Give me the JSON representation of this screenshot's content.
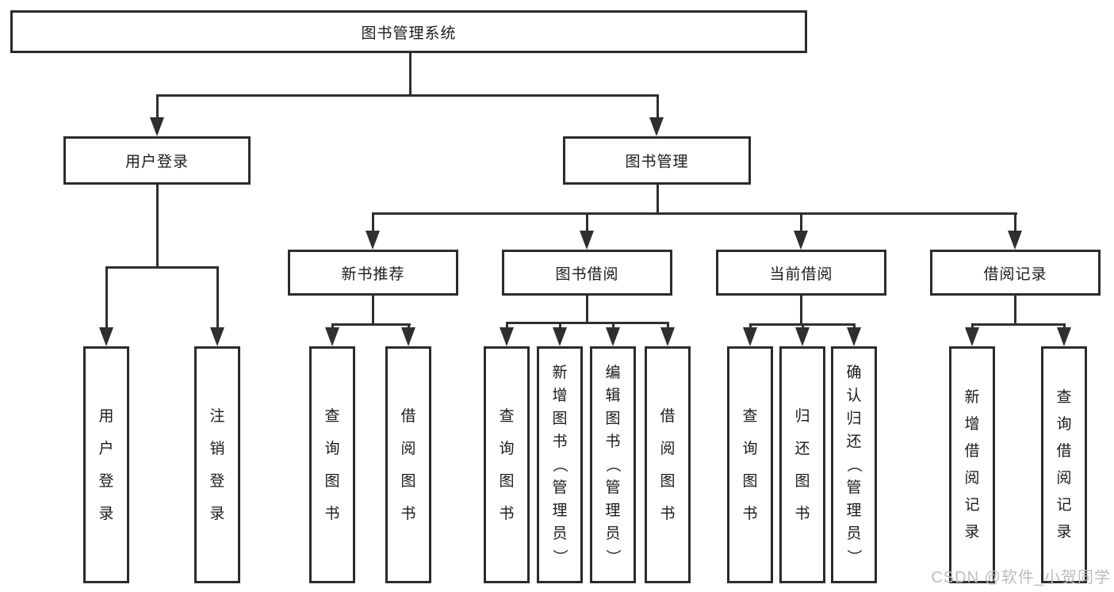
{
  "tree": {
    "root": {
      "label": "图书管理系统",
      "children": [
        {
          "label": "用户登录",
          "children": [
            {
              "label": "用户登录"
            },
            {
              "label": "注销登录"
            }
          ]
        },
        {
          "label": "图书管理",
          "children": [
            {
              "label": "新书推荐",
              "children": [
                {
                  "label": "查询图书"
                },
                {
                  "label": "借阅图书"
                }
              ]
            },
            {
              "label": "图书借阅",
              "children": [
                {
                  "label": "查询图书"
                },
                {
                  "label": "新增图书（管理员）"
                },
                {
                  "label": "编辑图书（管理员）"
                },
                {
                  "label": "借阅图书"
                }
              ]
            },
            {
              "label": "当前借阅",
              "children": [
                {
                  "label": "查询图书"
                },
                {
                  "label": "归还图书"
                },
                {
                  "label": "确认归还（管理员）"
                }
              ]
            },
            {
              "label": "借阅记录",
              "children": [
                {
                  "label": "新增借阅记录"
                },
                {
                  "label": "查询借阅记录"
                }
              ]
            }
          ]
        }
      ]
    }
  },
  "watermark": {
    "text": "CSDN @软件_小贺同学"
  },
  "colors": {
    "line": "#2f2f2f",
    "border": "#2b2b2b",
    "text": "#1a1a1a",
    "watermark": "#bdbdbd",
    "background": "#ffffff"
  }
}
